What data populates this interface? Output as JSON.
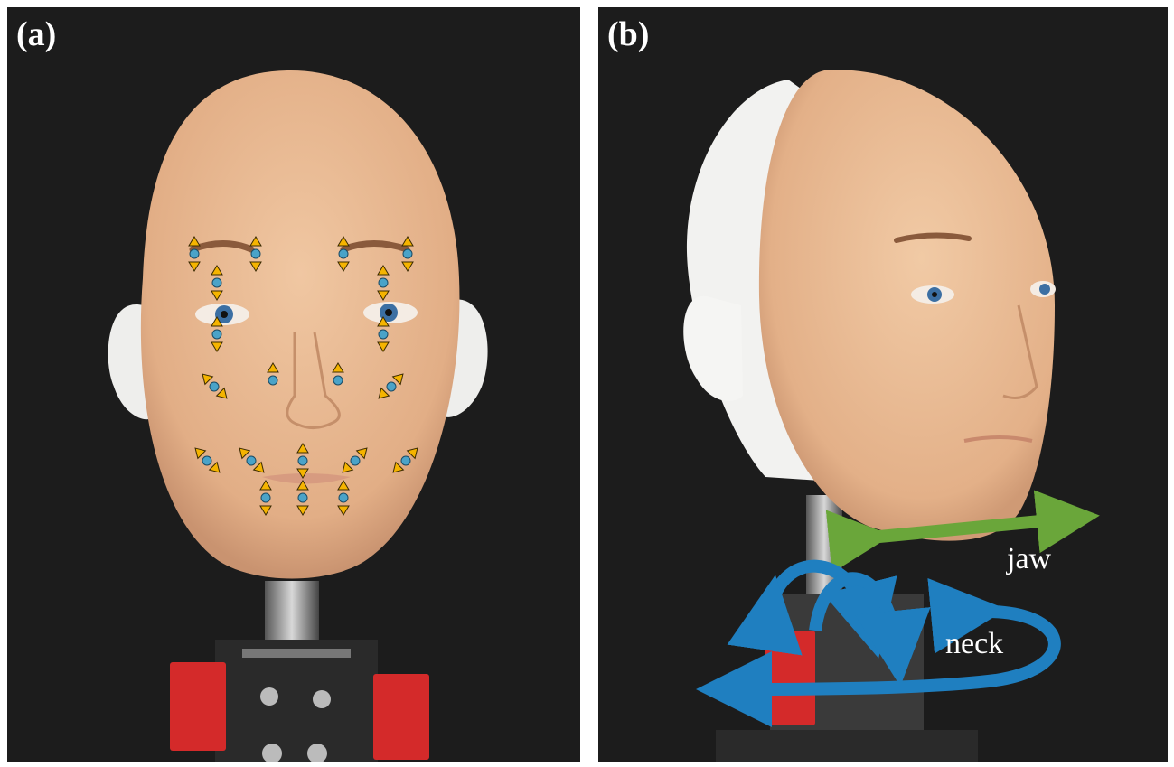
{
  "panels": [
    {
      "label": "(a)"
    },
    {
      "label": "(b)",
      "motion_labels": {
        "jaw": "jaw",
        "neck": "neck"
      }
    }
  ],
  "colors": {
    "background": "#1c1c1c",
    "skin": "#e8b68e",
    "skull_shell": "#f2f2f0",
    "marker_dot": "#4aa3c8",
    "direction_arrow": "#f5b400",
    "jaw_arrow": "#6aa63a",
    "neck_arrow": "#1f7fc0",
    "servo": "#d42a2a"
  },
  "icons": [
    "control-point-marker-icon",
    "direction-arrow-icon",
    "servo-motor-icon"
  ]
}
